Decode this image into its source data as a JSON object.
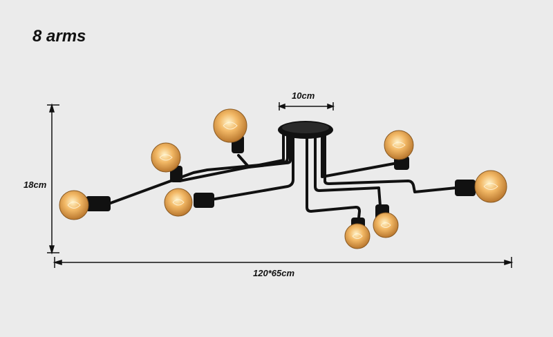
{
  "title": "8 arms",
  "dimensions": {
    "canopy_width": "10cm",
    "height": "18cm",
    "length_width": "120*65cm"
  },
  "product": {
    "arm_count": 8,
    "color": "#111111",
    "bulb_glow": "#f2b865"
  }
}
